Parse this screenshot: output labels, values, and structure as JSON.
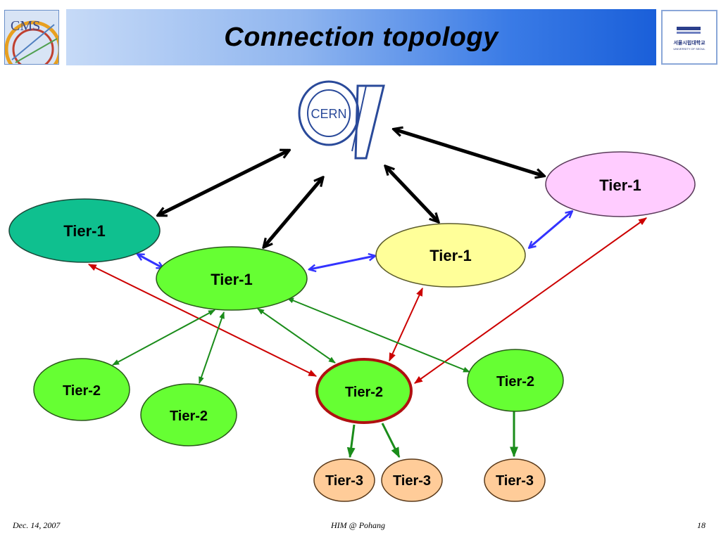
{
  "header": {
    "title": "Connection topology",
    "left_logo_text": "CMS",
    "right_logo_text": "서울시립대학교",
    "right_logo_subtext": "UNIVERSITY OF SEOUL"
  },
  "cern_logo_text": "CERN",
  "nodes": {
    "tier1_left": "Tier-1",
    "tier1_center": "Tier-1",
    "tier1_yellow": "Tier-1",
    "tier1_pink": "Tier-1",
    "tier2_a": "Tier-2",
    "tier2_b": "Tier-2",
    "tier2_center": "Tier-2",
    "tier2_right": "Tier-2",
    "tier3_a": "Tier-3",
    "tier3_b": "Tier-3",
    "tier3_c": "Tier-3"
  },
  "footer": {
    "date": "Dec. 14, 2007",
    "event": "HIM @ Pohang",
    "page": "18"
  },
  "colors": {
    "tier1_teal": "#0fc08f",
    "tier1_green": "#66ff33",
    "tier1_yellow": "#ffff99",
    "tier1_pink": "#ffccff",
    "tier2_green": "#66ff33",
    "tier3_peach": "#ffcc99",
    "arrow_black": "#000000",
    "arrow_blue": "#3333ff",
    "arrow_green": "#1a8c1a",
    "arrow_red": "#cc0000"
  }
}
